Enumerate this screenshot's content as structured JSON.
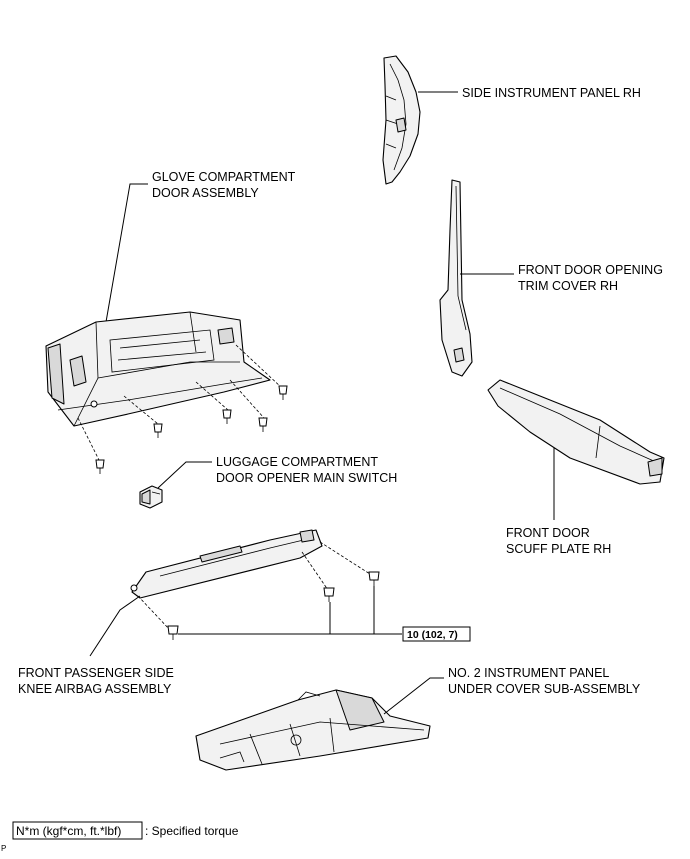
{
  "labels": {
    "side_panel_1": "SIDE INSTRUMENT PANEL RH",
    "glove_1": "GLOVE COMPARTMENT",
    "glove_2": "DOOR ASSEMBLY",
    "trim_1": "FRONT DOOR OPENING",
    "trim_2": "TRIM COVER RH",
    "switch_1": "LUGGAGE COMPARTMENT",
    "switch_2": "DOOR OPENER MAIN SWITCH",
    "scuff_1": "FRONT DOOR",
    "scuff_2": "SCUFF PLATE RH",
    "knee_1": "FRONT PASSENGER SIDE",
    "knee_2": "KNEE AIRBAG ASSEMBLY",
    "cover_1": "NO. 2 INSTRUMENT PANEL",
    "cover_2": "UNDER COVER SUB-ASSEMBLY"
  },
  "torque": {
    "value": "10 (102, 7)"
  },
  "legend": {
    "unit": "N*m (kgf*cm, ft.*lbf)",
    "text": ": Specified torque"
  },
  "corner_mark": "P"
}
